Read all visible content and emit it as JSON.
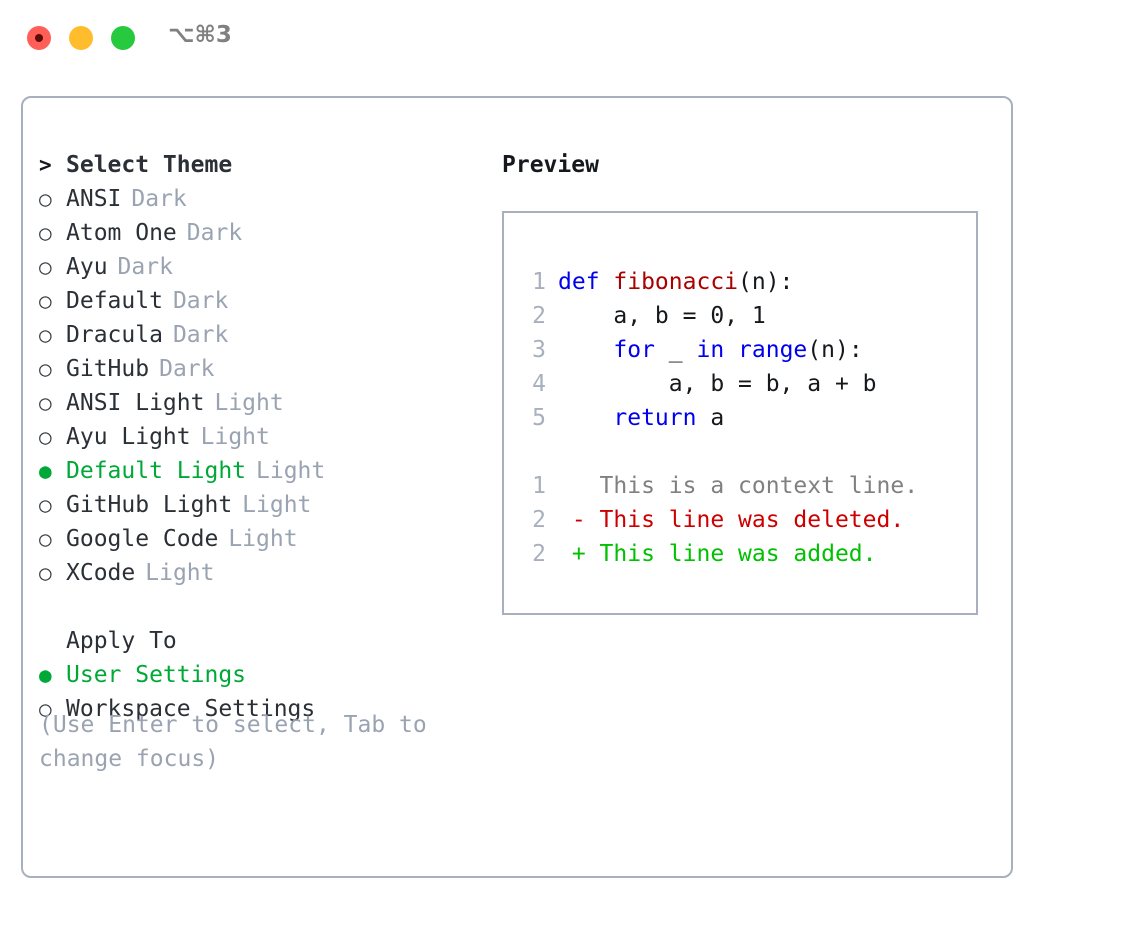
{
  "window": {
    "shortcut": "⌥⌘3",
    "traffic_lights": [
      "close-red",
      "minimize-yellow",
      "maximize-green"
    ],
    "accent_green": "#00a838",
    "border_color": "#a8b0bd",
    "muted_color": "#9aa3b2"
  },
  "theme_list": {
    "header_marker": ">",
    "header_label": "Select Theme",
    "marker_selected": "●",
    "marker_unselected": "○",
    "items": [
      {
        "label": "ANSI",
        "suffix": "Dark",
        "selected": false
      },
      {
        "label": "Atom One",
        "suffix": "Dark",
        "selected": false
      },
      {
        "label": "Ayu",
        "suffix": "Dark",
        "selected": false
      },
      {
        "label": "Default",
        "suffix": "Dark",
        "selected": false
      },
      {
        "label": "Dracula",
        "suffix": "Dark",
        "selected": false
      },
      {
        "label": "GitHub",
        "suffix": "Dark",
        "selected": false
      },
      {
        "label": "ANSI Light",
        "suffix": "Light",
        "selected": false
      },
      {
        "label": "Ayu Light",
        "suffix": "Light",
        "selected": false
      },
      {
        "label": "Default Light",
        "suffix": "Light",
        "selected": true
      },
      {
        "label": "GitHub Light",
        "suffix": "Light",
        "selected": false
      },
      {
        "label": "Google Code",
        "suffix": "Light",
        "selected": false
      },
      {
        "label": "XCode",
        "suffix": "Light",
        "selected": false
      }
    ]
  },
  "apply_to": {
    "title": "Apply To",
    "items": [
      {
        "label": "User Settings",
        "selected": true
      },
      {
        "label": "Workspace Settings",
        "selected": false
      }
    ]
  },
  "hint": "(Use Enter to select, Tab to change focus)",
  "preview": {
    "title": "Preview",
    "code_lines": [
      {
        "num": "1",
        "tokens": [
          {
            "t": "def ",
            "c": "kw"
          },
          {
            "t": "fibonacci",
            "c": "fn"
          },
          {
            "t": "(n):",
            "c": "pl"
          }
        ]
      },
      {
        "num": "2",
        "tokens": [
          {
            "t": "    a, b = 0, 1",
            "c": "pl"
          }
        ]
      },
      {
        "num": "3",
        "tokens": [
          {
            "t": "    ",
            "c": "pl"
          },
          {
            "t": "for",
            "c": "kw"
          },
          {
            "t": " _ ",
            "c": "pl"
          },
          {
            "t": "in",
            "c": "kw"
          },
          {
            "t": " ",
            "c": "pl"
          },
          {
            "t": "range",
            "c": "kw"
          },
          {
            "t": "(n):",
            "c": "pl"
          }
        ]
      },
      {
        "num": "4",
        "tokens": [
          {
            "t": "        a, b = b, a + b",
            "c": "pl"
          }
        ]
      },
      {
        "num": "5",
        "tokens": [
          {
            "t": "    ",
            "c": "pl"
          },
          {
            "t": "return",
            "c": "kw"
          },
          {
            "t": " a",
            "c": "pl"
          }
        ]
      }
    ],
    "diff_lines": [
      {
        "num": "1",
        "sign": " ",
        "text": " This is a context line.",
        "kind": "ctx"
      },
      {
        "num": "2",
        "sign": "-",
        "text": " This line was deleted.",
        "kind": "del"
      },
      {
        "num": "2",
        "sign": "+",
        "text": " This line was added.",
        "kind": "add"
      }
    ]
  }
}
